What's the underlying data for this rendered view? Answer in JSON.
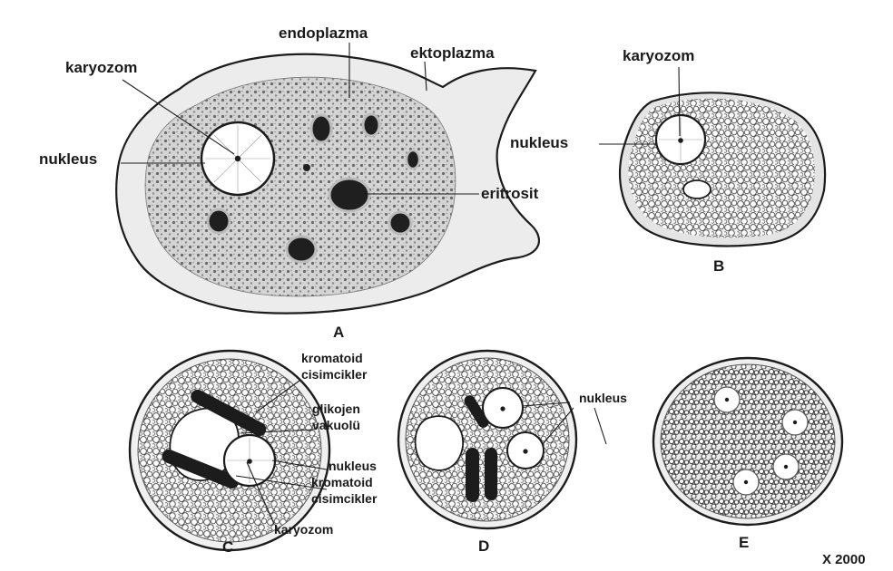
{
  "figure_A": {
    "letter": "A",
    "labels": {
      "endoplasm": "endoplazma",
      "ectoplasm": "ektoplazma",
      "karyosome": "karyozom",
      "nucleus": "nukleus",
      "erythrocyte": "eritrosit"
    }
  },
  "figure_B": {
    "letter": "B",
    "labels": {
      "karyosome": "karyozom",
      "nucleus": "nukleus"
    }
  },
  "figure_C": {
    "letter": "C",
    "labels": {
      "chromatoid_top_1": "kromatoid",
      "chromatoid_top_2": "cisimcikler",
      "glycogen_1": "glikojen",
      "glycogen_2": "vakuolü",
      "nucleus": "nukleus",
      "chromatoid_bottom_1": "kromatoid",
      "chromatoid_bottom_2": "cisimcikler",
      "karyosome": "karyozom"
    }
  },
  "figure_D": {
    "letter": "D",
    "labels": {
      "nucleus": "nukleus"
    }
  },
  "figure_E": {
    "letter": "E"
  },
  "magnification": "X 2000",
  "colors": {
    "outline": "#1c1c1c",
    "cytoplasm": "#d9d9d9",
    "ectoplasm": "#ededed",
    "inclusion": "#1f1f1f",
    "nucleus_fill": "#ffffff"
  }
}
